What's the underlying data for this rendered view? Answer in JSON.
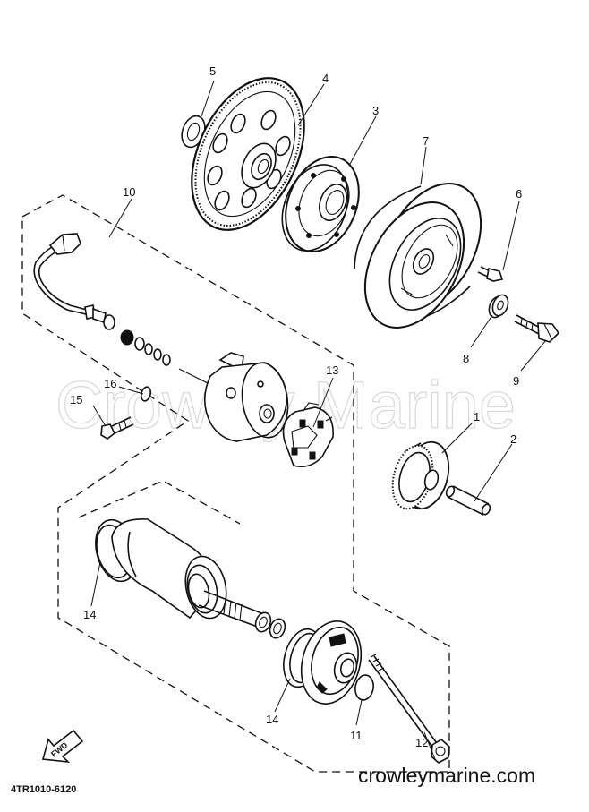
{
  "callouts": {
    "c1": "1",
    "c2": "2",
    "c3": "3",
    "c4": "4",
    "c5": "5",
    "c6": "6",
    "c7": "7",
    "c8": "8",
    "c9": "9",
    "c10": "10",
    "c11": "11",
    "c12": "12",
    "c13": "13",
    "c14a": "14",
    "c14b": "14",
    "c15": "15",
    "c16": "16"
  },
  "watermark": "Crowley Marine",
  "website": "crowleymarine.com",
  "diagram_code": "4TR1010-6120",
  "fwd_label": "FWD"
}
